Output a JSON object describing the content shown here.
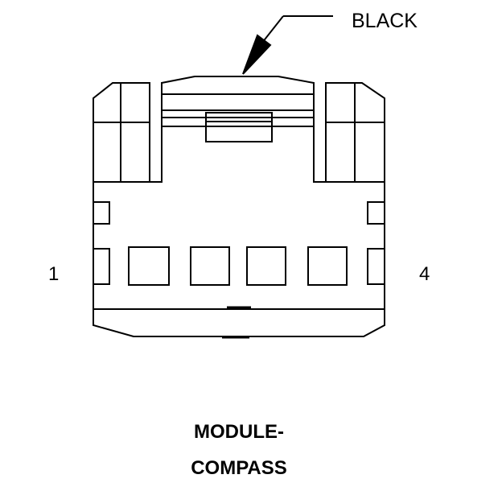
{
  "connector": {
    "color_label": "BLACK",
    "pin_left": "1",
    "pin_right": "4",
    "caption_line1": "MODULE-",
    "caption_line2": "COMPASS"
  },
  "colors": {
    "line": "#000000",
    "background": "#ffffff"
  }
}
